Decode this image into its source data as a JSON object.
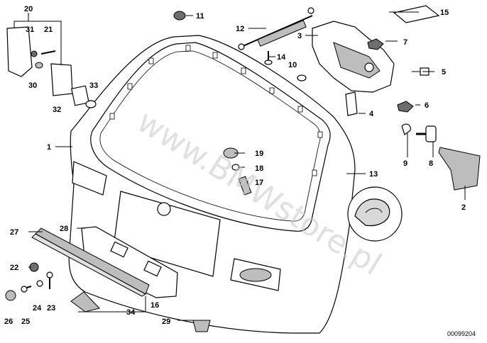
{
  "diagram": {
    "catalog_code": "00099204",
    "watermark": "www.BMWstore.pl",
    "callouts": [
      {
        "id": "c1",
        "text": "1"
      },
      {
        "id": "c2",
        "text": "2"
      },
      {
        "id": "c3",
        "text": "3"
      },
      {
        "id": "c4",
        "text": "4"
      },
      {
        "id": "c5",
        "text": "5"
      },
      {
        "id": "c6",
        "text": "6"
      },
      {
        "id": "c7",
        "text": "7"
      },
      {
        "id": "c8",
        "text": "8"
      },
      {
        "id": "c9",
        "text": "9"
      },
      {
        "id": "c10",
        "text": "10"
      },
      {
        "id": "c11",
        "text": "11"
      },
      {
        "id": "c12",
        "text": "12"
      },
      {
        "id": "c13",
        "text": "13"
      },
      {
        "id": "c14",
        "text": "14"
      },
      {
        "id": "c15",
        "text": "15"
      },
      {
        "id": "c16",
        "text": "16"
      },
      {
        "id": "c17",
        "text": "17"
      },
      {
        "id": "c18",
        "text": "18"
      },
      {
        "id": "c19",
        "text": "19"
      },
      {
        "id": "c20",
        "text": "20"
      },
      {
        "id": "c21",
        "text": "21"
      },
      {
        "id": "c22",
        "text": "22"
      },
      {
        "id": "c23",
        "text": "23"
      },
      {
        "id": "c24",
        "text": "24"
      },
      {
        "id": "c25",
        "text": "25"
      },
      {
        "id": "c26",
        "text": "26"
      },
      {
        "id": "c27",
        "text": "27"
      },
      {
        "id": "c28",
        "text": "28"
      },
      {
        "id": "c29",
        "text": "29"
      },
      {
        "id": "c30",
        "text": "30"
      },
      {
        "id": "c31",
        "text": "31"
      },
      {
        "id": "c32",
        "text": "32"
      },
      {
        "id": "c33",
        "text": "33"
      },
      {
        "id": "c34",
        "text": "34"
      }
    ]
  }
}
